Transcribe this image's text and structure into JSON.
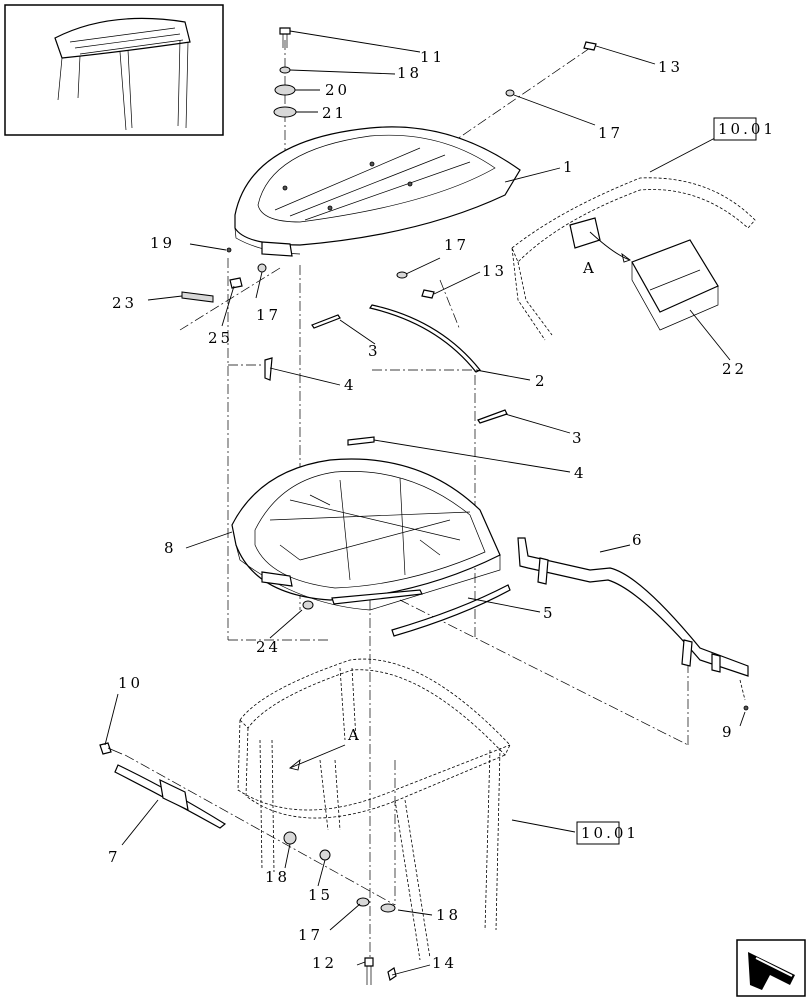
{
  "labels": {
    "l1": "1",
    "l2": "2",
    "l3a": "3",
    "l3b": "3",
    "l4a": "4",
    "l4b": "4",
    "l5": "5",
    "l6": "6",
    "l7": "7",
    "l8": "8",
    "l9": "9",
    "l10": "10",
    "l11": "11",
    "l12": "12",
    "l13a": "13",
    "l13b": "13",
    "l14": "14",
    "l15": "15",
    "l17a": "17",
    "l17b": "17",
    "l17c": "17",
    "l17d": "17",
    "l18a": "18",
    "l18b": "18",
    "l18c": "18",
    "l19": "19",
    "l20": "20",
    "l21": "21",
    "l22": "22",
    "l23": "23",
    "l24": "24",
    "l25": "25",
    "viewA1": "A",
    "viewA2": "A"
  },
  "references": {
    "ref_top": "10.01",
    "ref_bottom": "10.01"
  },
  "icons": {
    "thumbnail": "cab-roof-thumbnail",
    "nav": "next-page-arrow-icon"
  }
}
